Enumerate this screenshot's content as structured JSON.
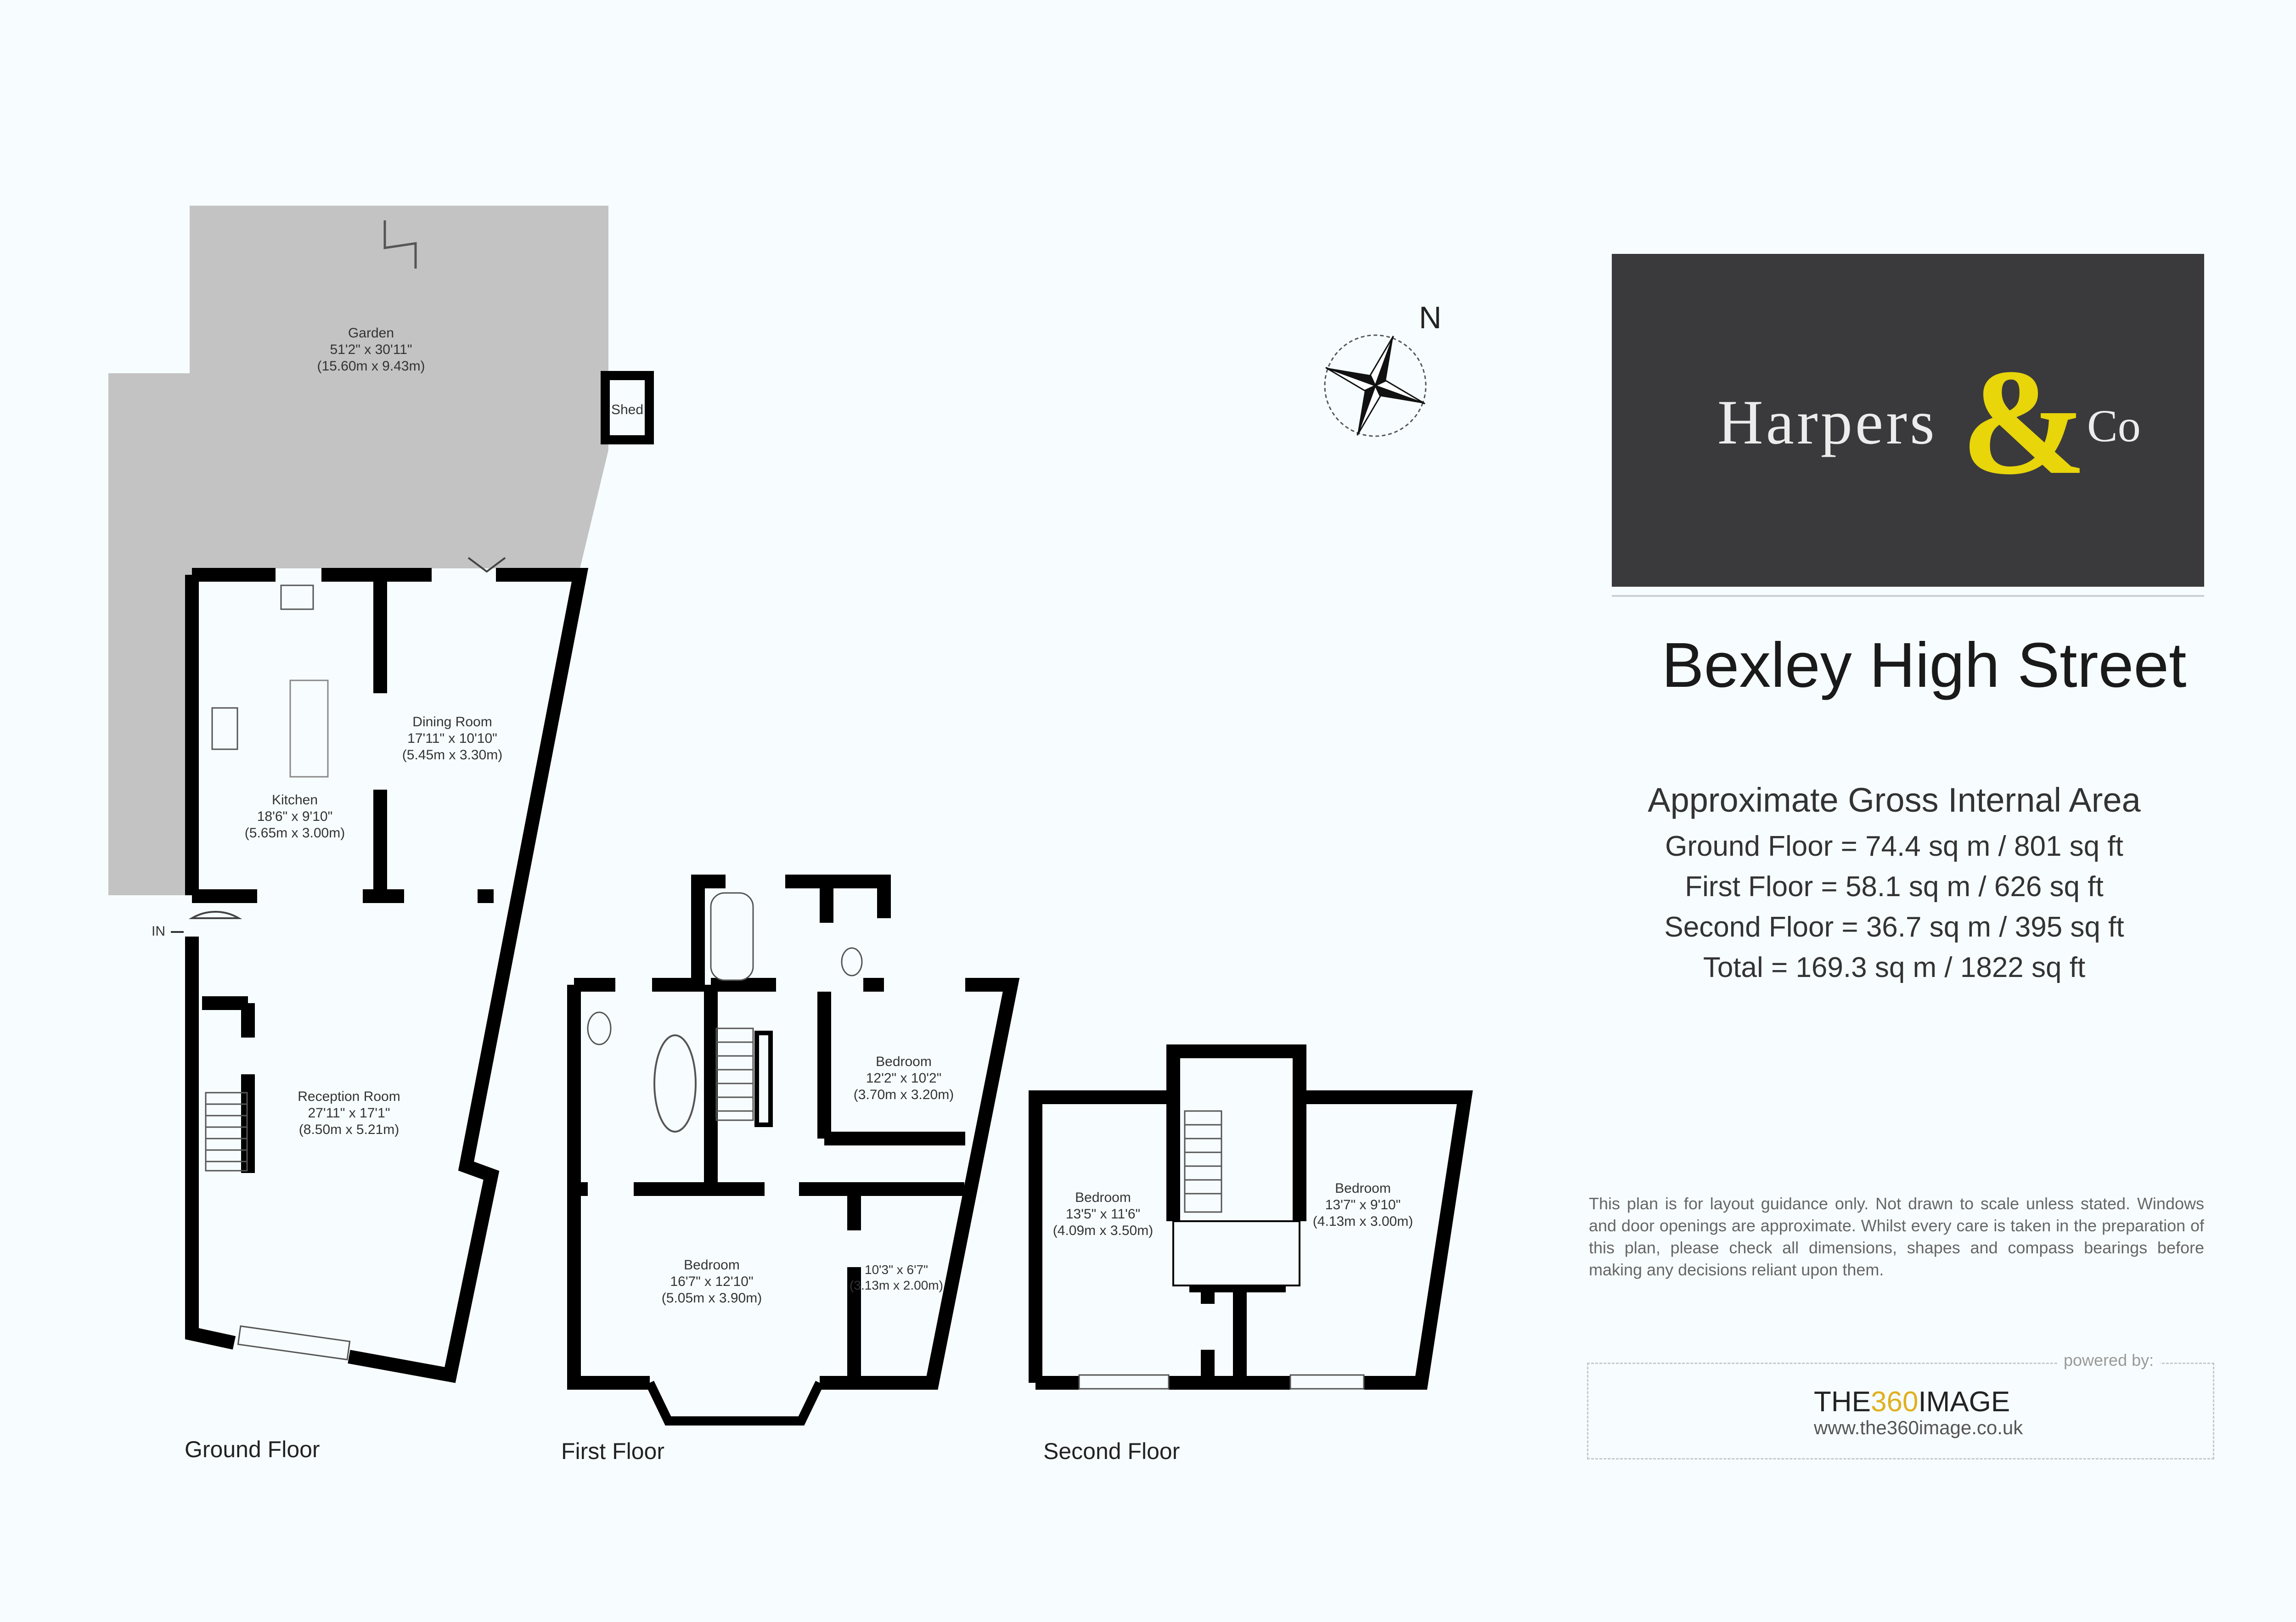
{
  "property": {
    "title": "Bexley High Street"
  },
  "agent": {
    "brand_name": "Harpers",
    "brand_amp": "&",
    "brand_suffix": "Co",
    "brand_bg_color": "#3a3a3c",
    "brand_accent_color": "#e8d50a"
  },
  "area": {
    "heading": "Approximate Gross Internal Area",
    "lines": [
      "Ground Floor = 74.4 sq m / 801 sq ft",
      "First Floor = 58.1 sq m / 626 sq ft",
      "Second Floor = 36.7 sq m / 395 sq ft",
      "Total = 169.3 sq m / 1822 sq ft"
    ]
  },
  "disclaimer": "This plan is for layout guidance only. Not drawn to scale unless stated. Windows and door openings are approximate. Whilst every care is taken in the preparation of this plan, please check all dimensions, shapes and compass bearings before making any decisions reliant upon them.",
  "credit": {
    "powered_by": "powered by:",
    "company_a": "THE",
    "company_b": "360",
    "company_c": "IMAGE",
    "url": "www.the360image.co.uk"
  },
  "compass": {
    "label": "N",
    "icon": "compass-rose-icon"
  },
  "floors": [
    {
      "label": "Ground Floor",
      "rooms": [
        {
          "name": "Garden",
          "imperial": "51'2\" x 30'11\"",
          "metric": "(15.60m x 9.43m)"
        },
        {
          "name": "Shed"
        },
        {
          "name": "Kitchen",
          "imperial": "18'6\" x 9'10\"",
          "metric": "(5.65m x 3.00m)"
        },
        {
          "name": "Dining Room",
          "imperial": "17'11\" x 10'10\"",
          "metric": "(5.45m x 3.30m)"
        },
        {
          "name": "Reception Room",
          "imperial": "27'11\" x 17'1\"",
          "metric": "(8.50m x 5.21m)"
        }
      ],
      "entrance": "IN"
    },
    {
      "label": "First Floor",
      "rooms": [
        {
          "name": "Bedroom",
          "imperial": "12'2\" x 10'2\"",
          "metric": "(3.70m x 3.20m)"
        },
        {
          "name": "Bedroom",
          "imperial": "16'7\" x 12'10\"",
          "metric": "(5.05m x 3.90m)"
        },
        {
          "name": "",
          "imperial": "10'3\" x 6'7\"",
          "metric": "(3.13m x 2.00m)"
        }
      ]
    },
    {
      "label": "Second Floor",
      "rooms": [
        {
          "name": "Bedroom",
          "imperial": "13'5\" x 11'6\"",
          "metric": "(4.09m x 3.50m)"
        },
        {
          "name": "Bedroom",
          "imperial": "13'7\" x 9'10\"",
          "metric": "(4.13m x 3.00m)"
        }
      ]
    }
  ],
  "colors": {
    "background": "#f7fdff",
    "wall": "#000000",
    "garden": "#c3c3c3"
  }
}
